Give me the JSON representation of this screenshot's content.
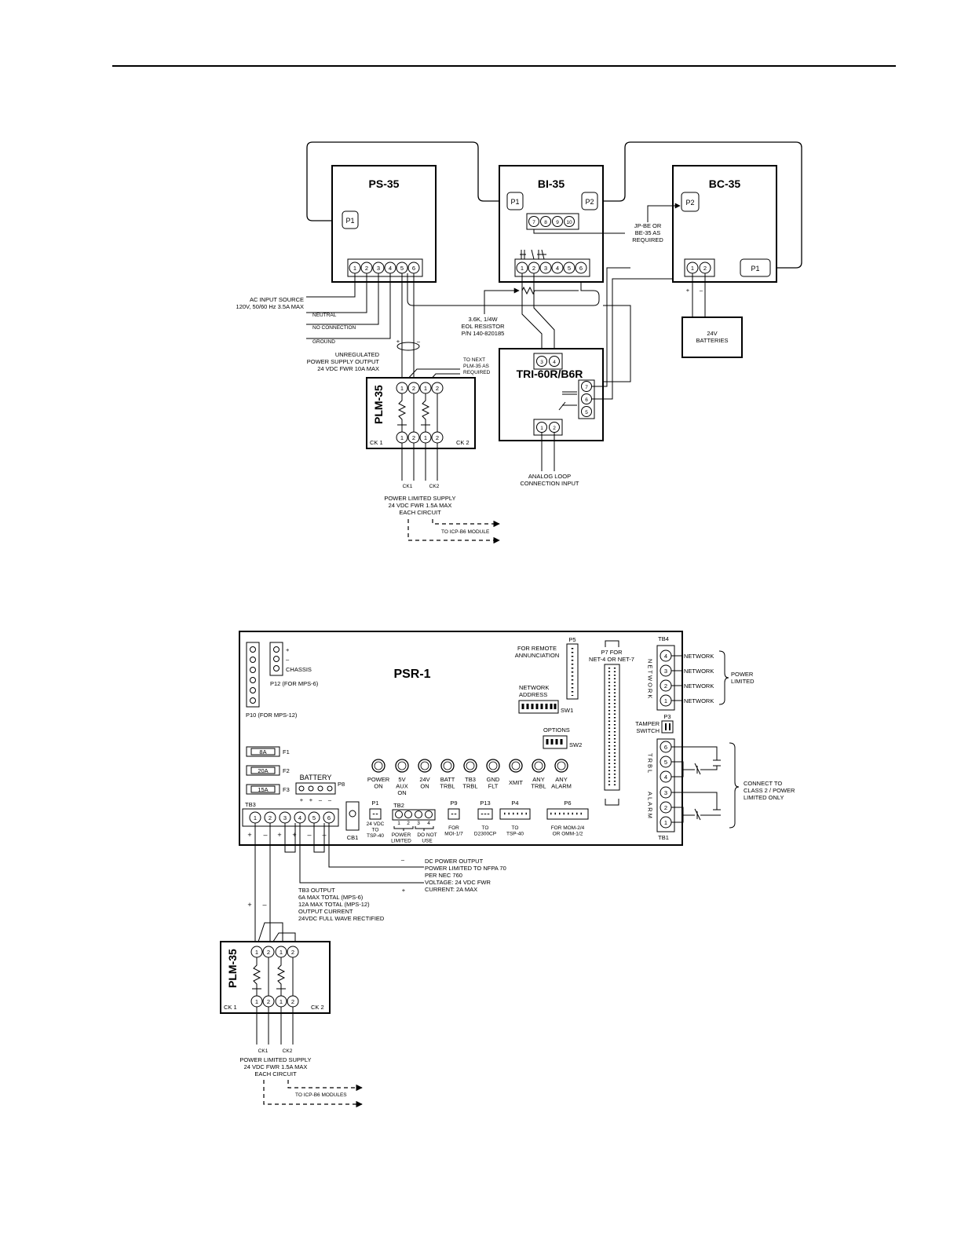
{
  "top_diagram": {
    "ps35": {
      "title": "PS-35",
      "p1": "P1",
      "terminals": [
        "1",
        "2",
        "3",
        "4",
        "5",
        "6"
      ]
    },
    "bi35": {
      "title": "BI-35",
      "p1": "P1",
      "p2": "P2",
      "upper_terminals": [
        "7",
        "8",
        "9",
        "10"
      ],
      "lower_terminals": [
        "1",
        "2",
        "3",
        "4",
        "5",
        "6"
      ]
    },
    "bc35": {
      "title": "BC-35",
      "p1": "P1",
      "p2": "P2",
      "terminals": [
        "1",
        "2"
      ],
      "note": [
        "JP-BE OR",
        "BE-35 AS",
        "REQUIRED"
      ]
    },
    "batteries": {
      "label": [
        "24V",
        "BATTERIES"
      ],
      "plus": "+",
      "minus": "–"
    },
    "ac_input": [
      "AC INPUT SOURCE",
      "120V, 50/60 Hz 3.5A MAX"
    ],
    "neutral": "NEUTRAL",
    "no_connection": "NO CONNECTION",
    "ground": "GROUND",
    "plus": "+",
    "minus": "–",
    "eol": [
      "3.6K, 1/4W",
      "EOL RESISTOR",
      "P/N 140-820185"
    ],
    "unregulated": [
      "UNREGULATED",
      "POWER SUPPLY OUTPUT",
      "24 VDC FWR 10A MAX"
    ],
    "to_next": [
      "TO NEXT",
      "PLM-35 AS",
      "REQUIRED"
    ],
    "plm35": {
      "title": "PLM-35",
      "ck1": "CK 1",
      "ck2": "CK 2",
      "terminals": [
        "1",
        "2",
        "1",
        "2"
      ]
    },
    "tri": {
      "title": "TRI-60R/B6R",
      "top_terminals": [
        "3",
        "4"
      ],
      "side_terminals": [
        "7",
        "6",
        "5"
      ],
      "bottom_terminals": [
        "1",
        "2"
      ]
    },
    "analog": [
      "ANALOG LOOP",
      "CONNECTION INPUT"
    ],
    "ck1": "CK1",
    "ck2": "CK2",
    "power_limited": [
      "POWER LIMITED SUPPLY",
      "24 VDC FWR 1.5A MAX",
      "EACH CIRCUIT"
    ],
    "to_icp": "TO ICP-B6 MODULE"
  },
  "bottom_diagram": {
    "psr1": {
      "title": "PSR-1"
    },
    "p12": {
      "plus": "+",
      "minus": "–",
      "chassis": "CHASSIS",
      "label": "P12 (FOR MPS-6)"
    },
    "p10": "P10 (FOR MPS-12)",
    "remote": [
      "FOR REMOTE",
      "ANNUNCIATION"
    ],
    "p5": "P5",
    "p7": [
      "P7 FOR",
      "NET-4 OR NET-7"
    ],
    "net_addr": [
      "NETWORK",
      "ADDRESS"
    ],
    "sw1": "SW1",
    "options": "OPTIONS",
    "sw2": "SW2",
    "tb4": "TB4",
    "network_vertical": "NETWORK",
    "tb4_terminals": [
      "4",
      "3",
      "2",
      "1"
    ],
    "network_labels": [
      "NETWORK",
      "NETWORK",
      "NETWORK",
      "NETWORK"
    ],
    "power_limited": [
      "POWER",
      "LIMITED"
    ],
    "p3": "P3",
    "tamper": [
      "TAMPER",
      "SWITCH"
    ],
    "trbl_vertical": "TRBL",
    "alarm_vertical": "ALARM",
    "tb1_terminals": [
      "6",
      "5",
      "4",
      "3",
      "2",
      "1"
    ],
    "tb1": "TB1",
    "connect_class2": [
      "CONNECT TO",
      "CLASS 2 / POWER",
      "LIMITED ONLY"
    ],
    "fuses": [
      {
        "value": "8A",
        "name": "F1"
      },
      {
        "value": "20A",
        "name": "F2"
      },
      {
        "value": "15A",
        "name": "F3"
      }
    ],
    "battery": "BATTERY",
    "battery_signs": [
      "+",
      "+",
      "–",
      "–"
    ],
    "p8": "P8",
    "leds": [
      [
        "POWER",
        "ON"
      ],
      [
        "5V",
        "AUX",
        "ON"
      ],
      [
        "24V",
        "ON"
      ],
      [
        "BATT",
        "TRBL"
      ],
      [
        "TB3",
        "TRBL"
      ],
      [
        "GND",
        "FLT"
      ],
      [
        "XMIT"
      ],
      [
        "ANY",
        "TRBL"
      ],
      [
        "ANY",
        "ALARM"
      ]
    ],
    "tb3": "TB3",
    "tb3_terminals": [
      "1",
      "2",
      "3",
      "4",
      "5",
      "6"
    ],
    "tb3_signs": [
      "+",
      "–",
      "+",
      "+",
      "–",
      "–"
    ],
    "cb1": "CB1",
    "p1": [
      "P1",
      "24 VDC",
      "TO",
      "TSP-40"
    ],
    "tb2": "TB2",
    "tb2_terminals": [
      "1",
      "2",
      "3",
      "4"
    ],
    "tb2_power_limited": [
      "POWER",
      "LIMITED"
    ],
    "tb2_do_not_use": [
      "DO NOT",
      "USE"
    ],
    "p9": [
      "P9",
      "FOR",
      "MOI-1/7"
    ],
    "p13": [
      "P13",
      "TO",
      "D2300CP"
    ],
    "p4": [
      "P4",
      "TO",
      "TSP-40"
    ],
    "p6": [
      "P6",
      "FOR MOM-2/4",
      "OR OMM-1/2"
    ],
    "dc_output": [
      "DC POWER OUTPUT",
      "POWER LIMITED TO NFPA 70",
      "PER NEC 760",
      "VOLTAGE: 24 VDC FWR",
      "CURRENT: 2A MAX"
    ],
    "tb3_output": [
      "TB3 OUTPUT",
      "6A MAX TOTAL (MPS-6)",
      "12A MAX TOTAL (MPS-12)",
      "OUTPUT CURRENT",
      "24VDC FULL WAVE RECTIFIED"
    ],
    "plm35": {
      "title": "PLM-35",
      "ck1": "CK 1",
      "ck2": "CK 2",
      "terminals": [
        "1",
        "2",
        "1",
        "2"
      ]
    },
    "ck1": "CK1",
    "ck2": "CK2",
    "power_limited_supply": [
      "POWER LIMITED SUPPLY",
      "24 VDC FWR 1.5A MAX",
      "EACH CIRCUIT"
    ],
    "to_icp": "TO ICP-B6 MODULES"
  }
}
